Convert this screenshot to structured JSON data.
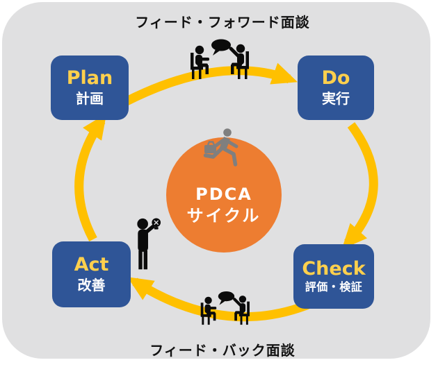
{
  "diagram": {
    "top_caption": "フィード・フォワード面談",
    "bottom_caption": "フィード・バック面談",
    "center": {
      "title_line1": "PDCA",
      "title_line2": "サイクル"
    },
    "stages": [
      {
        "name": "Plan",
        "label_ja": "計画"
      },
      {
        "name": "Do",
        "label_ja": "実行"
      },
      {
        "name": "Check",
        "label_ja": "評価・検証"
      },
      {
        "name": "Act",
        "label_ja": "改善"
      }
    ],
    "flow_direction": "clockwise",
    "icons": [
      "meeting-conversation-icon-top",
      "meeting-conversation-icon-bottom",
      "idea-person-icon",
      "running-businessman-icon"
    ],
    "colors": {
      "panel_gray": "#E0E0E1",
      "box_blue": "#2F5597",
      "arrow_gold": "#FFC000",
      "stage_name_gold": "#FFD04D",
      "center_orange": "#ED7D31",
      "runner_gray": "#7F7F7F",
      "icon_black": "#0B0B0B",
      "text_white": "#FFFFFF",
      "caption_black": "#121212"
    }
  }
}
